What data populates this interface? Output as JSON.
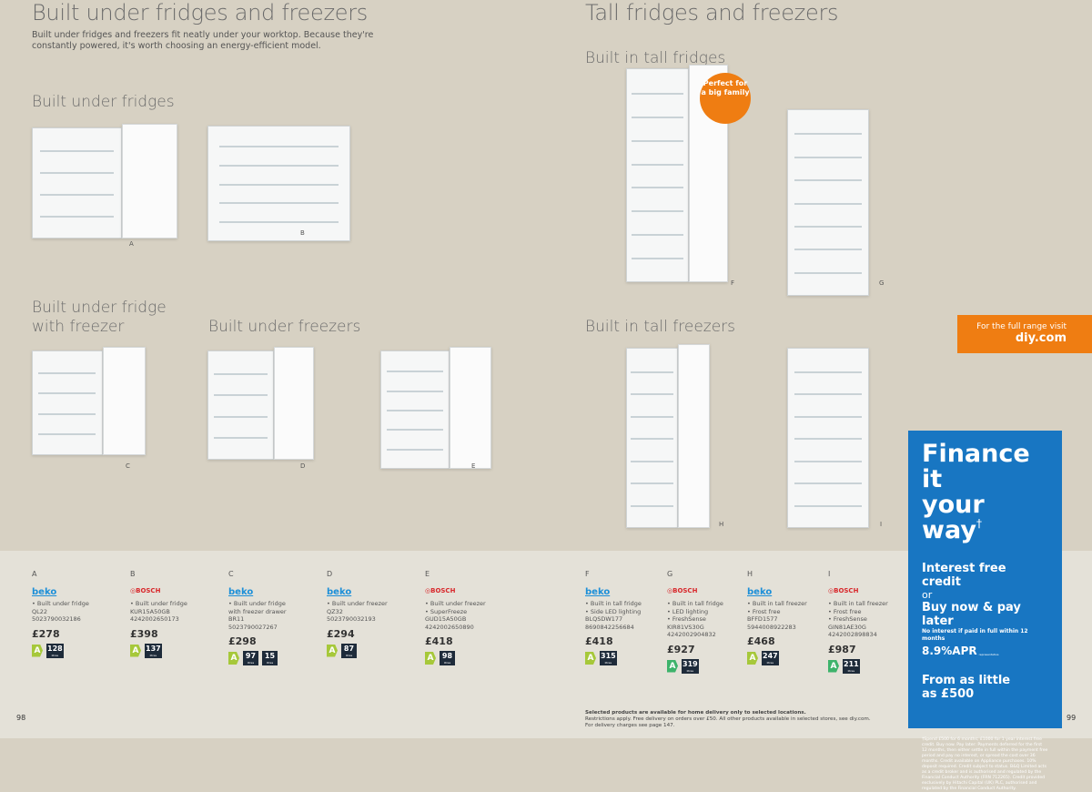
{
  "left": {
    "title": "Built under fridges and freezers",
    "intro": "Built under fridges and freezers fit neatly under your worktop. Because they're constantly powered, it's worth choosing an energy-efficient model.",
    "sections": [
      "Built under fridges",
      "Built under fridge with freezer",
      "Built under freezers"
    ],
    "page": "98"
  },
  "right": {
    "title": "Tall fridges and freezers",
    "sections": [
      "Built in tall fridges",
      "Built in tall freezers"
    ],
    "badge": "Perfect for a big family",
    "page": "99"
  },
  "banner": {
    "line1": "For the full range visit",
    "line2": "diy.com"
  },
  "finance": {
    "title1": "Finance it",
    "title2": "your way",
    "dagger": "†",
    "credit": "Interest free credit",
    "or": "or",
    "bnpl": "Buy now & pay later",
    "no_interest": "No interest if paid in full within 12 months",
    "apr": "8.9%APR",
    "apr_sub": "representative",
    "from1": "From as little",
    "from2": "as £500",
    "terms": "†Spend £500 for 6 months; £1000 for 1 year interest free credit. Buy now. Pay later: Payments deferred for the first 12 months, then either settle in full within the payment free period and pay no interest, or spread the cost over 36 months. Credit available on Appliance purchases. 10% deposit required. Credit subject to status. B&Q Limited acts as a credit broker and is authorised and regulated by the Financial Conduct Authority (FRN 712265). Credit provided exclusively by Hitachi Capital (UK) PLC, authorised and regulated by the Financial Conduct Authority."
  },
  "footer": {
    "bold": "Selected products are available for home delivery only to selected locations.",
    "line2": "Restrictions apply. Free delivery on orders over £50. All other products available in selected stores, see diy.com.",
    "line3": "For delivery charges see page 147."
  },
  "colors": {
    "orange": "#ef7d12",
    "finance_blue": "#1876c2",
    "energy_a": "#a6c83a",
    "energy_a_plus": "#3db36b"
  },
  "products": [
    {
      "letter": "A",
      "brand": "beko",
      "features": [
        "• Built under fridge"
      ],
      "model": "QL22",
      "ean": "5023790032186",
      "price": "£278",
      "energy": "A",
      "litres": [
        "128"
      ]
    },
    {
      "letter": "B",
      "brand": "BOSCH",
      "features": [
        "• Built under fridge"
      ],
      "model": "KUR15A50GB",
      "ean": "4242002650173",
      "price": "£398",
      "energy": "A",
      "litres": [
        "137"
      ]
    },
    {
      "letter": "C",
      "brand": "beko",
      "features": [
        "• Built under fridge",
        "  with freezer drawer"
      ],
      "model": "BR11",
      "ean": "5023790027267",
      "price": "£298",
      "energy": "A",
      "litres": [
        "97",
        "15"
      ]
    },
    {
      "letter": "D",
      "brand": "beko",
      "features": [
        "• Built under freezer"
      ],
      "model": "QZ32",
      "ean": "5023790032193",
      "price": "£294",
      "energy": "A",
      "litres": [
        "87"
      ]
    },
    {
      "letter": "E",
      "brand": "BOSCH",
      "features": [
        "• Built under freezer",
        "• SuperFreeze"
      ],
      "model": "GUD15A50GB",
      "ean": "4242002650890",
      "price": "£418",
      "energy": "A",
      "litres": [
        "98"
      ]
    },
    {
      "letter": "F",
      "brand": "beko",
      "features": [
        "• Built in tall fridge",
        "• Side LED lighting"
      ],
      "model": "BLQSDW177",
      "ean": "8690842256684",
      "price": "£418",
      "energy": "A",
      "litres": [
        "315"
      ]
    },
    {
      "letter": "G",
      "brand": "BOSCH",
      "features": [
        "• Built in tall fridge",
        "• LED lighting",
        "• FreshSense"
      ],
      "model": "KIR81VS30G",
      "ean": "4242002904832",
      "price": "£927",
      "energy": "A",
      "litres": [
        "319"
      ],
      "dark": true
    },
    {
      "letter": "H",
      "brand": "beko",
      "features": [
        "• Built in tall freezer",
        "• Frost free"
      ],
      "model": "BFFD1577",
      "ean": "5944008922283",
      "price": "£468",
      "energy": "A",
      "litres": [
        "247"
      ]
    },
    {
      "letter": "I",
      "brand": "BOSCH",
      "features": [
        "• Built in tall freezer",
        "• Frost free",
        "• FreshSense"
      ],
      "model": "GIN81AE30G",
      "ean": "4242002898834",
      "price": "£987",
      "energy": "A",
      "litres": [
        "211"
      ],
      "dark": true
    }
  ],
  "litres_unit": "litres"
}
